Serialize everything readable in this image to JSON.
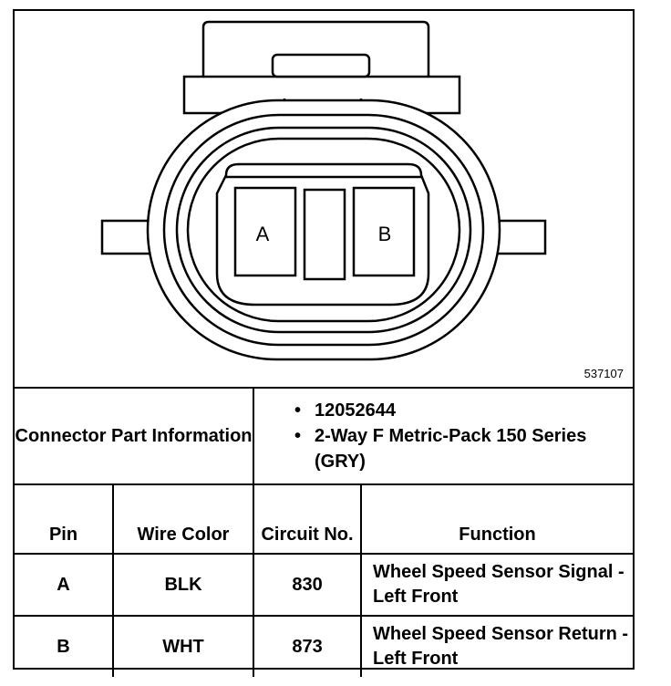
{
  "diagram": {
    "figure_id": "537107",
    "pins": [
      "A",
      "B"
    ]
  },
  "connector": {
    "label": "Connector Part Information",
    "items": [
      "12052644",
      "2-Way F Metric-Pack 150 Series (GRY)"
    ]
  },
  "table": {
    "headers": {
      "pin": "Pin",
      "wire_color": "Wire Color",
      "circuit": "Circuit No.",
      "function": "Function"
    },
    "rows": [
      {
        "pin": "A",
        "wire_color": "BLK",
        "circuit": "830",
        "function": "Wheel Speed Sensor Signal - Left Front"
      },
      {
        "pin": "B",
        "wire_color": "WHT",
        "circuit": "873",
        "function": "Wheel Speed Sensor Return - Left Front"
      }
    ]
  }
}
